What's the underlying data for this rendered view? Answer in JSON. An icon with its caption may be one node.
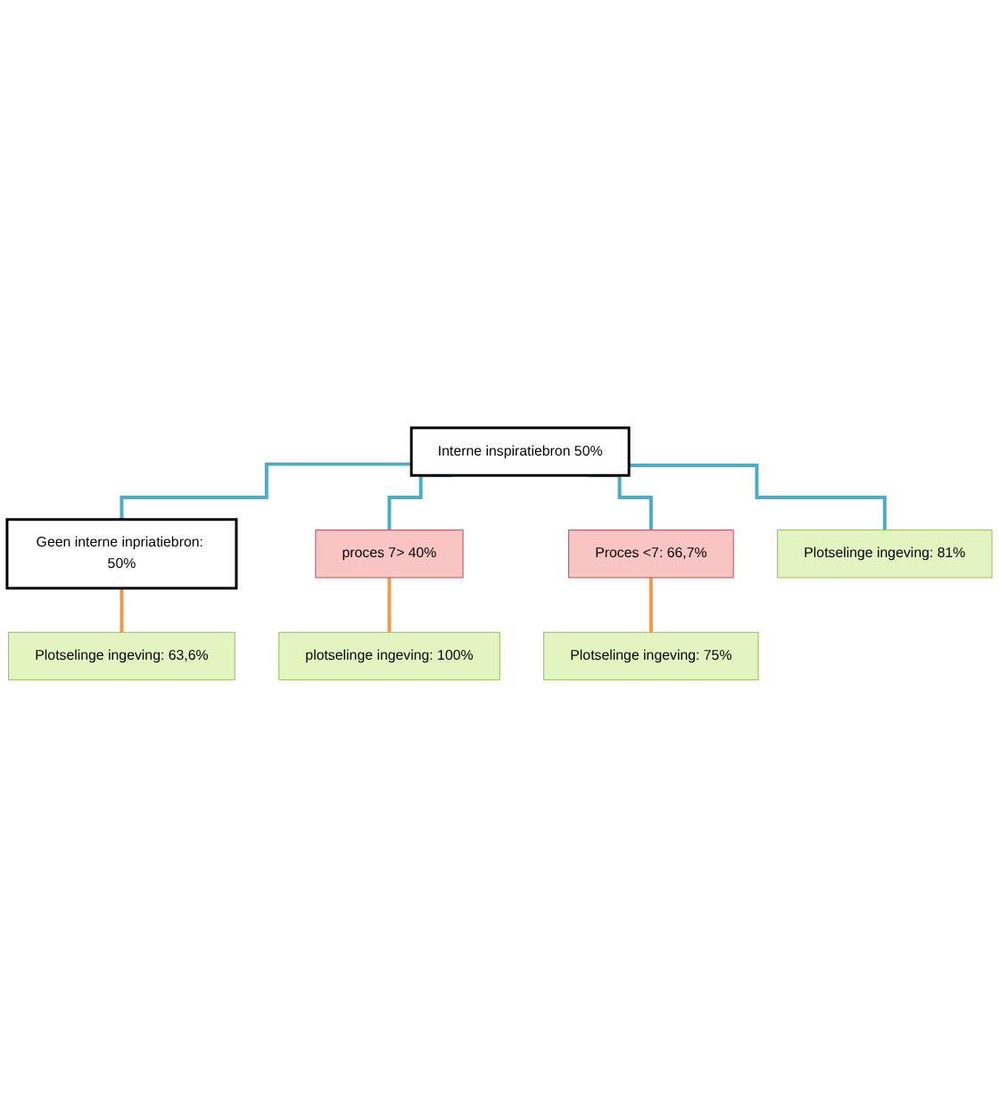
{
  "diagram": {
    "nodes": [
      {
        "text": [
          "Plotselinge ingeving: 63,6%"
        ]
      },
      {
        "text": [
          "Geen interne inpriatiebron: 50%"
        ]
      },
      {
        "text": [
          "Interne inspiratiebron 50%"
        ]
      },
      {
        "text": [
          "proces 7> 40%"
        ]
      },
      {
        "text": [
          "Proces <7: 66,7%"
        ]
      },
      {
        "text": [
          "plotselinge ingeving: 100%"
        ]
      },
      {
        "text": [
          "Plotselinge ingeving: 75%"
        ]
      },
      {
        "text": [
          "Plotselinge ingeving: 81%"
        ]
      }
    ],
    "edges": [
      {
        "from": 1,
        "to": 0,
        "arrow": "none",
        "color": "#f79646"
      },
      {
        "from": 2,
        "to": 1,
        "arrow": "none"
      },
      {
        "from": 2,
        "to": 3,
        "arrow": "none"
      },
      {
        "from": 2,
        "to": 4,
        "arrow": "none"
      },
      {
        "from": 3,
        "to": 5,
        "arrow": "none",
        "color": "#f79646"
      },
      {
        "from": 4,
        "to": 6,
        "arrow": "none",
        "color": "#f79646"
      },
      {
        "from": 2,
        "to": 7,
        "arrow": "none"
      }
    ]
  }
}
